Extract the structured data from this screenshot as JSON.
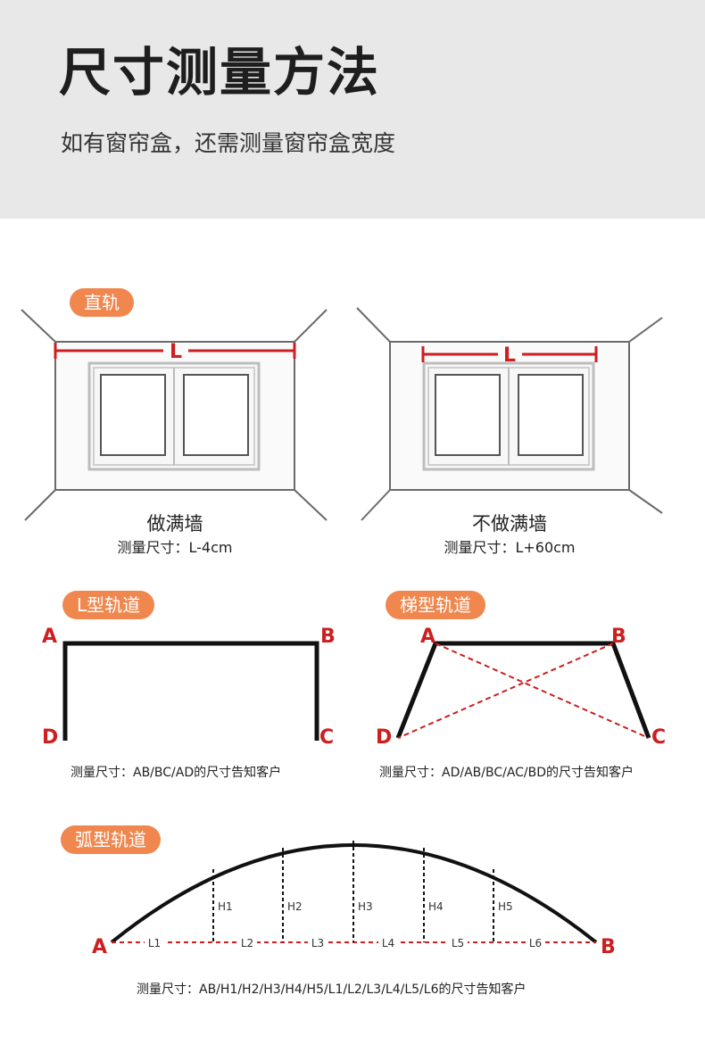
{
  "header": {
    "title": "尺寸测量方法",
    "subtitle": "如有窗帘盒，还需测量窗帘盒宽度"
  },
  "straight": {
    "tag": "直轨",
    "left": {
      "dimension": "L",
      "caption": "做满墙",
      "measure": "测量尺寸：L-4cm"
    },
    "right": {
      "dimension": "L",
      "caption": "不做满墙",
      "measure": "测量尺寸：L+60cm"
    }
  },
  "l_track": {
    "tag": "L型轨道",
    "points": [
      "A",
      "B",
      "C",
      "D"
    ],
    "measure": "测量尺寸：AB/BC/AD的尺寸告知客户"
  },
  "trapezoid": {
    "tag": "梯型轨道",
    "points": [
      "A",
      "B",
      "C",
      "D"
    ],
    "measure": "测量尺寸：AD/AB/BC/AC/BD的尺寸告知客户"
  },
  "arc": {
    "tag": "弧型轨道",
    "endpoints": [
      "A",
      "B"
    ],
    "heights": [
      "H1",
      "H2",
      "H3",
      "H4",
      "H5"
    ],
    "lengths": [
      "L1",
      "L2",
      "L3",
      "L4",
      "L5",
      "L6"
    ],
    "measure": "测量尺寸：AB/H1/H2/H3/H4/H5/L1/L2/L3/L4/L5/L6的尺寸告知客户"
  },
  "colors": {
    "accent": "#f0874f",
    "dimension_red": "#cc1f1f",
    "header_bg": "#e8e8e8"
  }
}
